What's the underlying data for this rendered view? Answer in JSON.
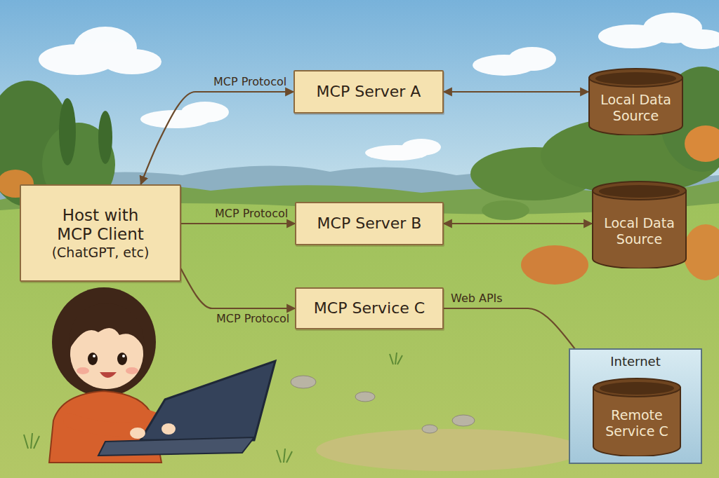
{
  "diagram": {
    "nodes": [
      {
        "text": [
          "MCP Server A"
        ]
      },
      {
        "text": [
          "Local Data Source"
        ]
      },
      {
        "text": [
          "Host with MCP Client",
          "(ChatGPT, etc)"
        ]
      },
      {
        "text": [
          "MCP Server B"
        ]
      },
      {
        "text": [
          "Local Data Source"
        ]
      },
      {
        "text": [
          "MCP Service C"
        ]
      },
      {
        "text": [
          "Internet"
        ]
      },
      {
        "text": [
          "Remote Service C"
        ],
        "in": 6
      }
    ],
    "edges": [
      {
        "from": 2,
        "to": 0,
        "label": "MCP Protocol",
        "arrow": "both"
      },
      {
        "from": 0,
        "to": 1,
        "arrow": "both"
      },
      {
        "from": 2,
        "to": 3,
        "label": "MCP Protocol",
        "arrow": "to"
      },
      {
        "from": 3,
        "to": 4,
        "arrow": "both"
      },
      {
        "from": 2,
        "to": 5,
        "label": "MCP Protocol",
        "arrow": "to"
      },
      {
        "from": 5,
        "to": 7,
        "label": "Web APIs",
        "arrow": "to"
      }
    ]
  }
}
